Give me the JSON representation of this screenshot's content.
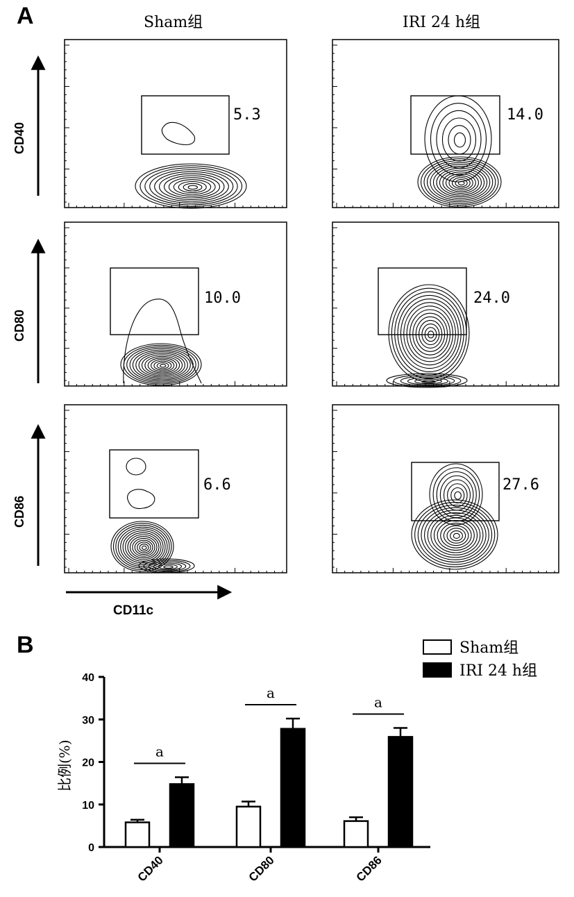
{
  "figure": {
    "panel_a_label": "A",
    "panel_b_label": "B",
    "column_titles": [
      "Sham组",
      "IRI 24 h组"
    ],
    "x_axis_label": "CD11c",
    "row_markers": [
      "CD40",
      "CD80",
      "CD86"
    ],
    "gate_percentages": [
      [
        "5.3",
        "14.0"
      ],
      [
        "10.0",
        "24.0"
      ],
      [
        "6.6",
        "27.6"
      ]
    ]
  },
  "chart_data": {
    "type": "bar",
    "categories": [
      "CD40",
      "CD80",
      "CD86"
    ],
    "series": [
      {
        "name": "Sham组",
        "values": [
          5.8,
          9.5,
          6.1
        ],
        "errors": [
          0.6,
          1.2,
          0.9
        ],
        "fill": "#ffffff"
      },
      {
        "name": "IRI 24 h组",
        "values": [
          14.8,
          27.8,
          25.9
        ],
        "errors": [
          1.6,
          2.4,
          2.1
        ],
        "fill": "#000000"
      }
    ],
    "ylabel": "比例(%)",
    "xlabel": "",
    "ylim": [
      0,
      40
    ],
    "yticks": [
      0,
      10,
      20,
      30,
      40
    ],
    "significance_label": "a",
    "legend_position": "top-right",
    "grid": false
  }
}
